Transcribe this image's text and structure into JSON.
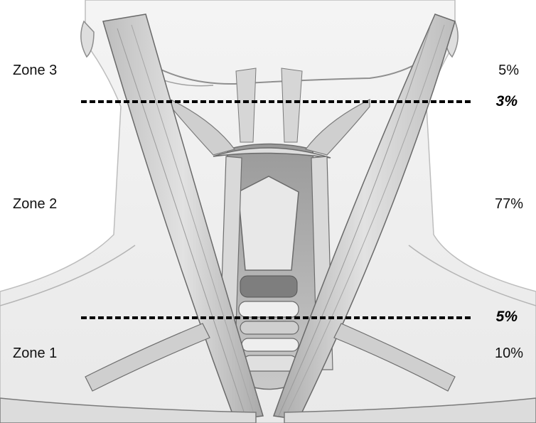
{
  "zones": [
    {
      "label": "Zone 3",
      "percent": "5%"
    },
    {
      "label": "Zone 2",
      "percent": "77%"
    },
    {
      "label": "Zone 1",
      "percent": "10%"
    }
  ],
  "boundaries": [
    {
      "percent": "3%"
    },
    {
      "percent": "5%"
    }
  ],
  "colors": {
    "line": "#000000",
    "text": "#111111",
    "muscle": "#d8d8d8",
    "skin": "#f2f2f2"
  }
}
